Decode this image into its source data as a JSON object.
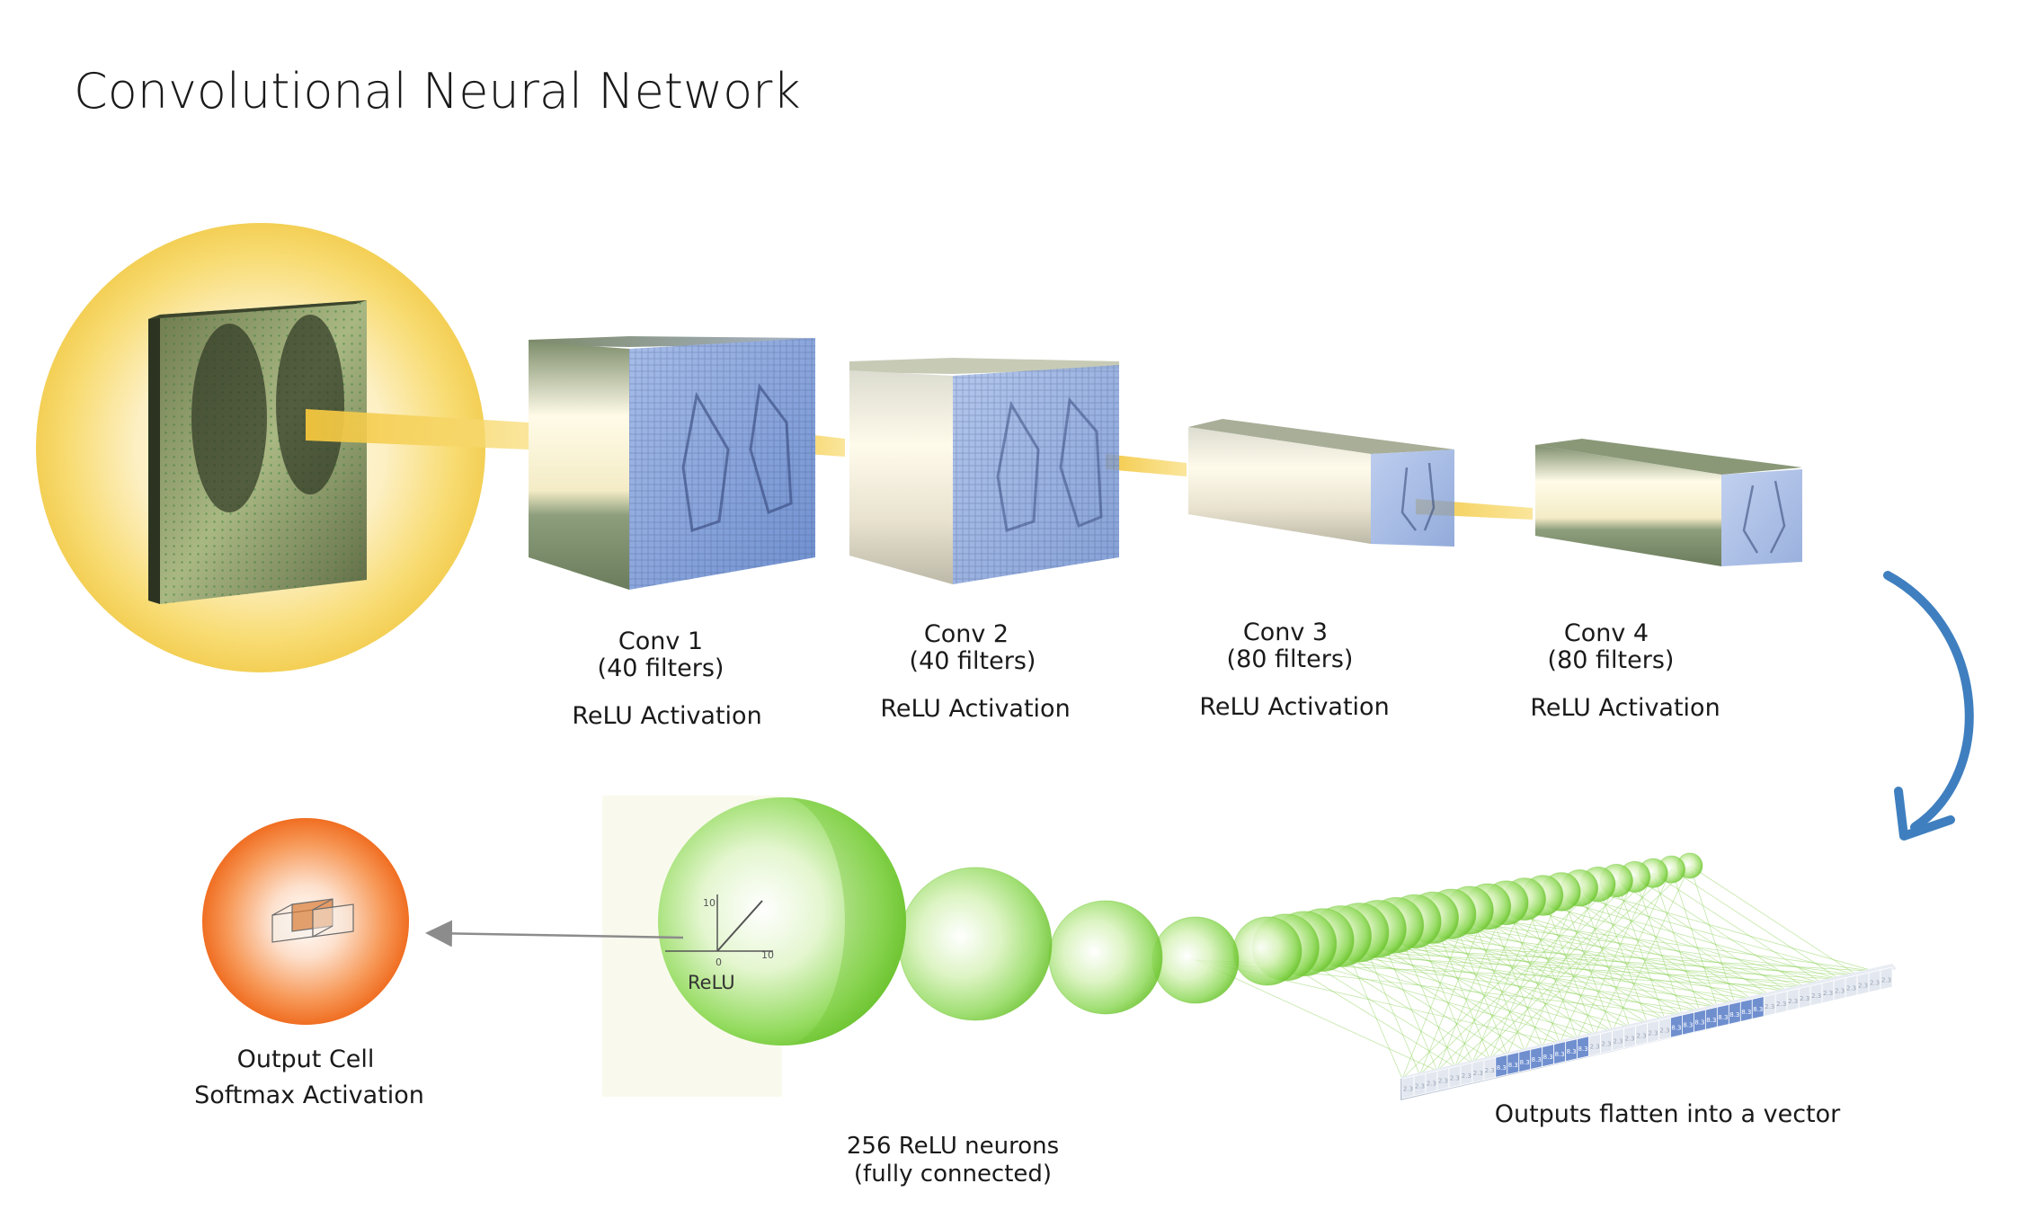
{
  "title": "Convolutional Neural Network",
  "layers": [
    {
      "name": "Conv 1",
      "filters": "(40 filters)",
      "activation": "ReLU Activation"
    },
    {
      "name": "Conv 2",
      "filters": "(40 filters)",
      "activation": "ReLU Activation"
    },
    {
      "name": "Conv 3",
      "filters": "(80 filters)",
      "activation": "ReLU Activation"
    },
    {
      "name": "Conv 4",
      "filters": "(80 filters)",
      "activation": "ReLU Activation"
    }
  ],
  "dense": {
    "line1": "256 ReLU neurons",
    "line2": "(fully connected)"
  },
  "relu_plot": {
    "label": "ReLU",
    "y_tick": "10",
    "x_tick_left": "0",
    "x_tick_right": "10",
    "origin": "0"
  },
  "output": {
    "line1": "Output Cell",
    "line2": "Softmax Activation"
  },
  "flatten": {
    "label": "Outputs flatten into a vector"
  },
  "vector_cells": [
    "2.3",
    "2.3",
    "2.3",
    "2.3",
    "2.3",
    "2.3",
    "2.3",
    "2.3",
    "8.3",
    "8.3",
    "8.3",
    "8.3",
    "8.3",
    "8.3",
    "8.3",
    "8.3",
    "2.3",
    "2.3",
    "2.3",
    "2.3",
    "2.3",
    "2.3",
    "2.3",
    "8.3",
    "8.3",
    "8.3",
    "8.3",
    "8.3",
    "8.3",
    "8.3",
    "8.3",
    "2.3",
    "2.3",
    "2.3",
    "2.3",
    "2.3",
    "2.3",
    "2.3",
    "2.3",
    "2.3",
    "2.3",
    "2.3"
  ],
  "colors": {
    "input_glow": "#f6d65a",
    "conv_face": "#7f9fd8",
    "conv_side": "#8a9a78",
    "beam": "#f5c842",
    "neuron": "#7ccf3c",
    "output": "#f27a2e",
    "arrow_blue": "#3f7fbf",
    "arrow_gray": "#8c8c8c"
  }
}
